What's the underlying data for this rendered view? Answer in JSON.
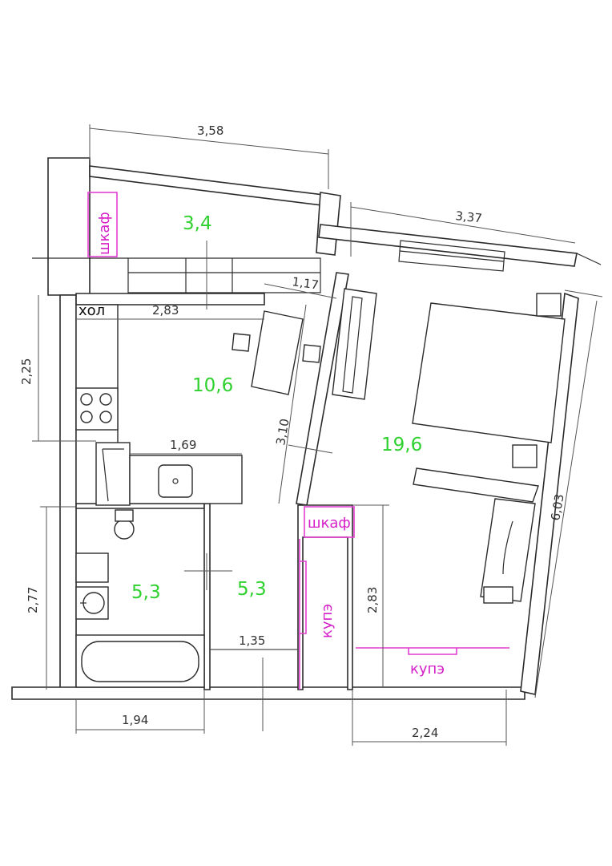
{
  "colors": {
    "wall": "#2b2b2b",
    "area_label": "#2fd12f",
    "closet_label": "#d51fc8",
    "dimension": "#333333"
  },
  "dimensions": {
    "top_width": "3,58",
    "right_width": "3,37",
    "hall_width": "2,83",
    "desk_width": "1,17",
    "left_height_top": "2,25",
    "kitchen_counter": "1,69",
    "room_wall": "3,10",
    "right_height": "6,03",
    "left_height_bottom": "2,77",
    "closet_height": "2,83",
    "corridor_width": "1,35",
    "bath_width": "1,94",
    "bottom_right_width": "2,24"
  },
  "areas": {
    "balcony": "3,4",
    "kitchen": "10,6",
    "bedroom": "19,6",
    "bathroom": "5,3",
    "corridor": "5,3"
  },
  "labels": {
    "hall": "хол",
    "closet_balcony": "шкаф",
    "closet_room": "шкаф",
    "wardrobe_vertical": "купэ",
    "wardrobe_horizontal": "купэ"
  }
}
